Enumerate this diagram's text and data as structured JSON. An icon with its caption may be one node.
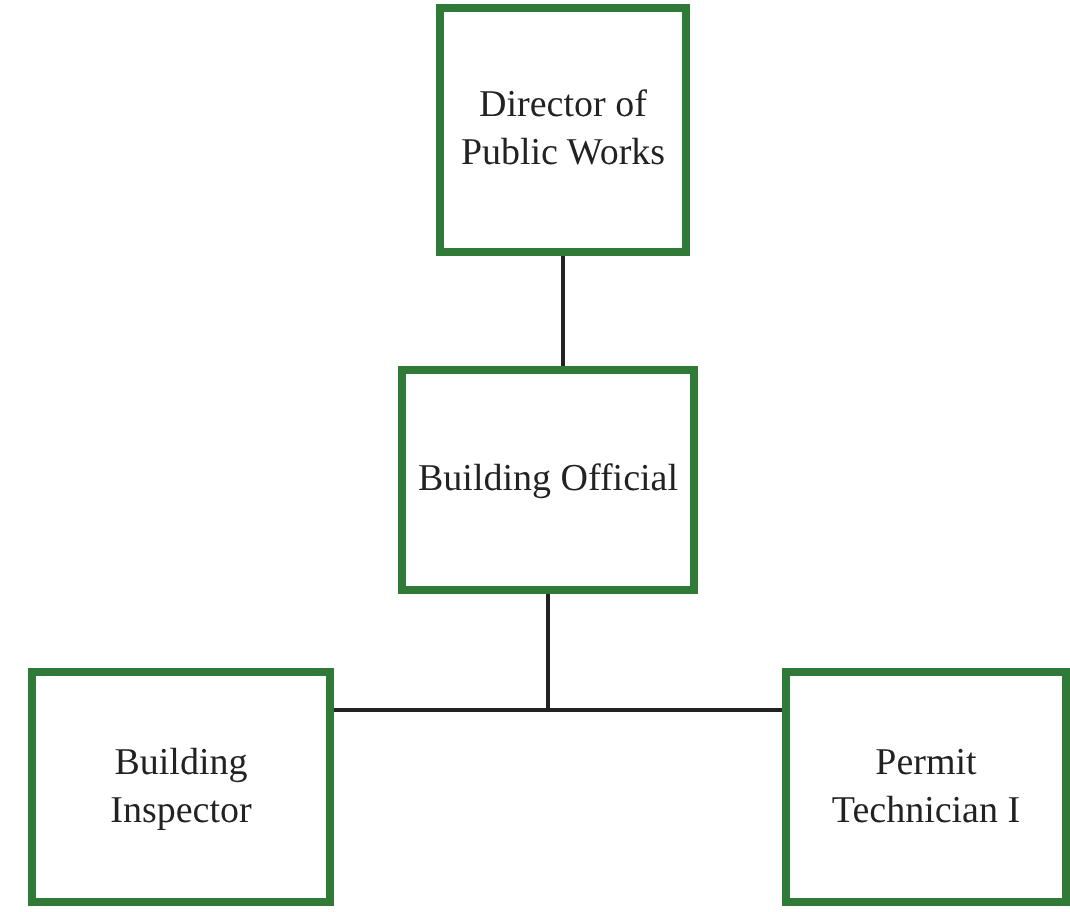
{
  "diagram": {
    "nodes": [
      {
        "text": [
          "Director of Public Works"
        ]
      },
      {
        "text": [
          "Building Official"
        ]
      },
      {
        "text": [
          "Building Inspector"
        ]
      },
      {
        "text": [
          "Permit Technician I"
        ]
      }
    ],
    "edges": [
      {
        "from": 0,
        "to": 1,
        "arrow": "none"
      },
      {
        "from": 1,
        "to": 2,
        "arrow": "none"
      },
      {
        "from": 1,
        "to": 3,
        "arrow": "none"
      }
    ]
  }
}
